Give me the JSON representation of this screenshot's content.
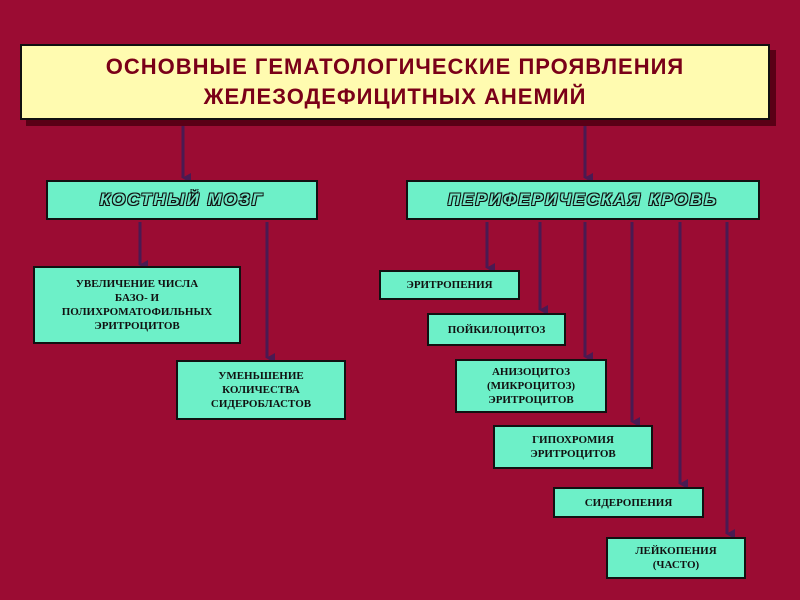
{
  "title": {
    "line1": "ОСНОВНЫЕ   ГЕМАТОЛОГИЧЕСКИЕ   ПРОЯВЛЕНИЯ",
    "line2": "ЖЕЛЕЗОДЕФИЦИТНЫХ  АНЕМИЙ"
  },
  "bone_marrow": {
    "label": "КОСТНЫЙ   МОЗГ",
    "items": [
      "УВЕЛИЧЕНИЕ  ЧИСЛА\nБАЗО-  И\nПОЛИХРОМАТОФИЛЬНЫХ\nЭРИТРОЦИТОВ",
      "УМЕНЬШЕНИЕ\nКОЛИЧЕСТВА\nСИДЕРОБЛАСТОВ"
    ]
  },
  "peripheral_blood": {
    "label": "ПЕРИФЕРИЧЕСКАЯ    КРОВЬ",
    "items": [
      "ЭРИТРОПЕНИЯ",
      "ПОЙКИЛОЦИТОЗ",
      "АНИЗОЦИТОЗ\n(МИКРОЦИТОЗ)\nЭРИТРОЦИТОВ",
      "ГИПОХРОМИЯ\nЭРИТРОЦИТОВ",
      "СИДЕРОПЕНИЯ",
      "ЛЕЙКОПЕНИЯ\n(ЧАСТО)"
    ]
  },
  "colors": {
    "background": "#9b0c33",
    "title_fill": "#fffbb0",
    "title_text": "#7a0018",
    "box_fill": "#6df0c8",
    "connector": "#4a1a52"
  }
}
